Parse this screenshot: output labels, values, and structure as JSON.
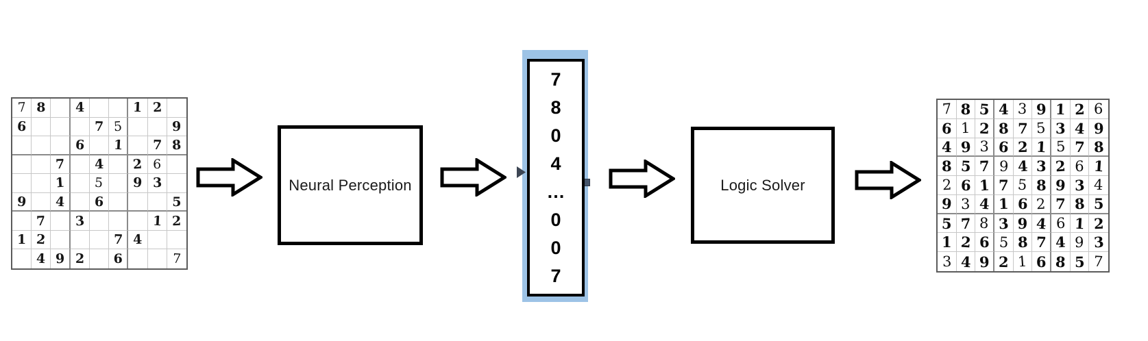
{
  "pipeline": {
    "neural_perception_label": "Neural Perception",
    "logic_solver_label": "Logic Solver"
  },
  "perception_output": {
    "values": [
      "7",
      "8",
      "0",
      "4",
      "…",
      "0",
      "0",
      "7"
    ]
  },
  "input_sudoku": {
    "rows": [
      [
        "7",
        "8",
        "",
        "4",
        "",
        "",
        "1",
        "2",
        ""
      ],
      [
        "6",
        "",
        "",
        "",
        "7",
        "5",
        "",
        "",
        "9"
      ],
      [
        "",
        "",
        "",
        "6",
        "",
        "1",
        "",
        "7",
        "8"
      ],
      [
        "",
        "",
        "7",
        "",
        "4",
        "",
        "2",
        "6",
        ""
      ],
      [
        "",
        "",
        "1",
        "",
        "5",
        "",
        "9",
        "3",
        ""
      ],
      [
        "9",
        "",
        "4",
        "",
        "6",
        "",
        "",
        "",
        "5"
      ],
      [
        "",
        "7",
        "",
        "3",
        "",
        "",
        "",
        "1",
        "2"
      ],
      [
        "1",
        "2",
        "",
        "",
        "",
        "7",
        "4",
        "",
        ""
      ],
      [
        "",
        "4",
        "9",
        "2",
        "",
        "6",
        "",
        "",
        "7"
      ]
    ]
  },
  "solved_sudoku": {
    "rows": [
      [
        "7",
        "8",
        "5",
        "4",
        "3",
        "9",
        "1",
        "2",
        "6"
      ],
      [
        "6",
        "1",
        "2",
        "8",
        "7",
        "5",
        "3",
        "4",
        "9"
      ],
      [
        "4",
        "9",
        "3",
        "6",
        "2",
        "1",
        "5",
        "7",
        "8"
      ],
      [
        "8",
        "5",
        "7",
        "9",
        "4",
        "3",
        "2",
        "6",
        "1"
      ],
      [
        "2",
        "6",
        "1",
        "7",
        "5",
        "8",
        "9",
        "3",
        "4"
      ],
      [
        "9",
        "3",
        "4",
        "1",
        "6",
        "2",
        "7",
        "8",
        "5"
      ],
      [
        "5",
        "7",
        "8",
        "3",
        "9",
        "4",
        "6",
        "1",
        "2"
      ],
      [
        "1",
        "2",
        "6",
        "5",
        "8",
        "7",
        "4",
        "9",
        "3"
      ],
      [
        "3",
        "4",
        "9",
        "2",
        "1",
        "6",
        "8",
        "5",
        "7"
      ]
    ]
  },
  "colors": {
    "selection_highlight": "#9DC3E6",
    "shape_outline": "#000000",
    "handle_dark": "#44546A",
    "background": "#FFFFFF"
  }
}
